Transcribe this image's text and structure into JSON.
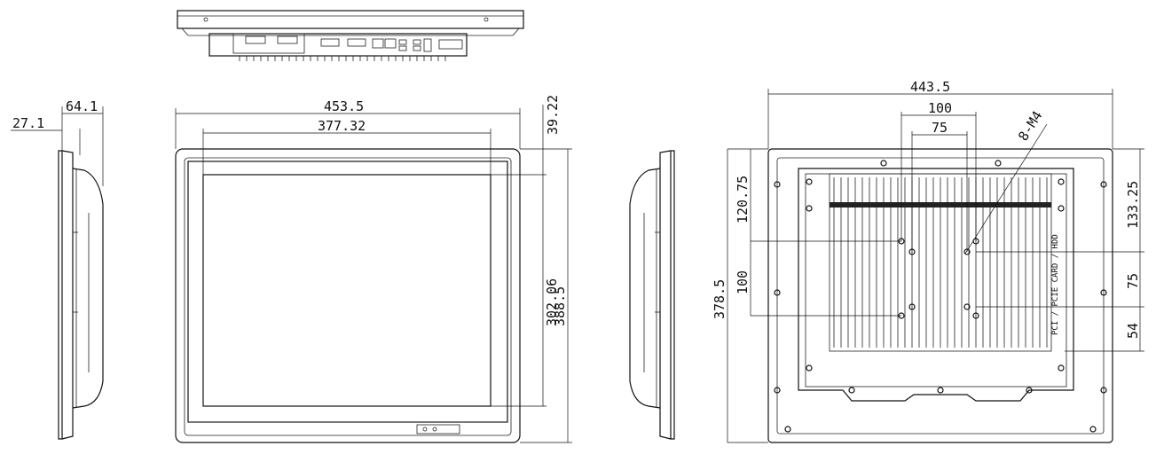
{
  "dimensions": {
    "side_total_depth": "64.1",
    "side_panel_depth": "27.1",
    "front_width": "453.5",
    "screen_width": "377.32",
    "top_offset": "39.22",
    "screen_height": "302.06",
    "front_height": "388.5",
    "rear_width": "443.5",
    "vesa_outer": "100",
    "vesa_inner": "75",
    "screw_label": "8-M4",
    "rear_top_left": "120.75",
    "rear_vesa_vertical": "100",
    "rear_height": "378.5",
    "rear_top_right": "133.25",
    "rear_vesa_inner_vertical": "75",
    "rear_bottom_right": "54"
  },
  "rear_side_label": "PCI / PCIE CARD / HDD"
}
